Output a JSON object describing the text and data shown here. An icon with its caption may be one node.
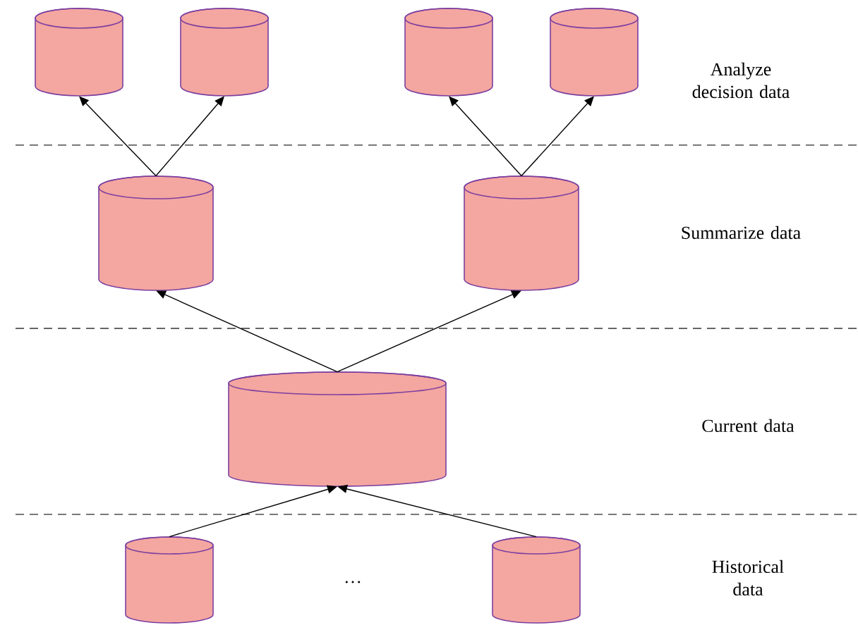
{
  "diagram": {
    "nodes": [
      {
        "text": [],
        "shape": "cylinder"
      },
      {
        "text": [],
        "shape": "cylinder"
      },
      {
        "text": [],
        "shape": "cylinder"
      },
      {
        "text": [],
        "shape": "cylinder"
      },
      {
        "text": [],
        "shape": "cylinder"
      },
      {
        "text": [],
        "shape": "cylinder"
      },
      {
        "text": [],
        "shape": "cylinder"
      },
      {
        "text": [],
        "shape": "cylinder"
      },
      {
        "text": [],
        "shape": "cylinder"
      }
    ],
    "edges": [
      {
        "from": 4,
        "to": 0,
        "arrow": "to"
      },
      {
        "from": 4,
        "to": 1,
        "arrow": "to"
      },
      {
        "from": 5,
        "to": 2,
        "arrow": "to"
      },
      {
        "from": 5,
        "to": 3,
        "arrow": "to"
      },
      {
        "from": 6,
        "to": 4,
        "arrow": "to"
      },
      {
        "from": 6,
        "to": 5,
        "arrow": "to"
      },
      {
        "from": 7,
        "to": 6,
        "arrow": "to"
      },
      {
        "from": 8,
        "to": 6,
        "arrow": "to"
      }
    ],
    "labels": [
      "Analyze decision data",
      "Summarize data",
      "Current data",
      "Historical data",
      "…"
    ]
  }
}
